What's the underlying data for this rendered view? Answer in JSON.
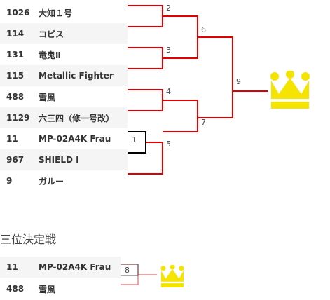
{
  "bracket": {
    "entries": [
      {
        "number": "1026",
        "name": "大知１号"
      },
      {
        "number": "114",
        "name": "コビス"
      },
      {
        "number": "131",
        "name": "竜鬼Ⅱ"
      },
      {
        "number": "115",
        "name": "Metallic Fighter"
      },
      {
        "number": "488",
        "name": "雪風"
      },
      {
        "number": "1129",
        "name": "六三四（修一号改）"
      },
      {
        "number": "11",
        "name": "MP-02A4K Frau"
      },
      {
        "number": "967",
        "name": "SHIELD Ⅰ"
      },
      {
        "number": "9",
        "name": "ガルー"
      }
    ],
    "match_labels": {
      "m1": "1",
      "m2": "2",
      "m3": "3",
      "m4": "4",
      "m5": "5",
      "m6": "6",
      "m7": "7",
      "m9": "9"
    }
  },
  "third_place": {
    "title": "三位決定戦",
    "entries": [
      {
        "number": "11",
        "name": "MP-02A4K Frau"
      },
      {
        "number": "488",
        "name": "雪風"
      }
    ],
    "match_label": "8"
  },
  "colors": {
    "winner_line": "#e00000",
    "loser_line": "#000000",
    "third_line": "#f08080",
    "crown": "#f5e400",
    "row_alt": "#f5f5f5"
  }
}
